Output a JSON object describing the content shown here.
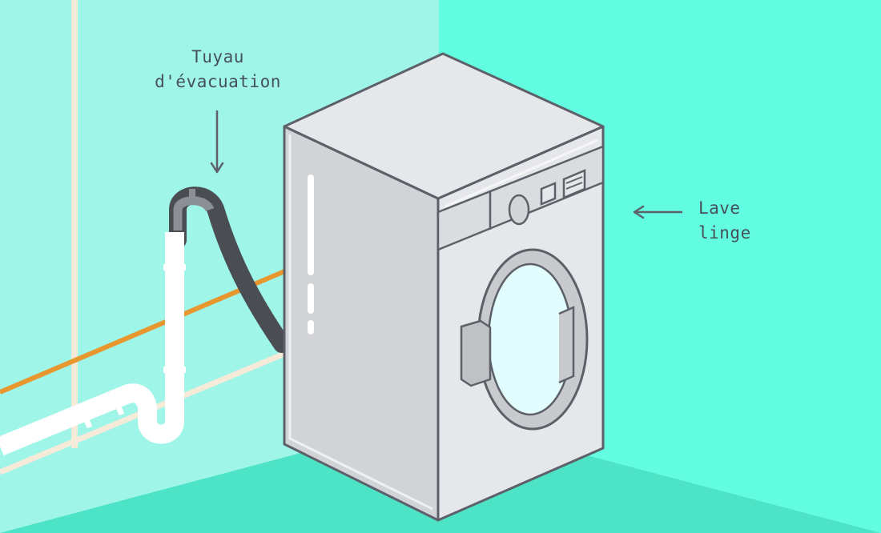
{
  "labels": {
    "hose": {
      "line1": "Tuyau",
      "line2": "d'évacuation"
    },
    "washer": {
      "line1": "Lave",
      "line2": "linge"
    }
  },
  "colors": {
    "left_wall": "#9ff5e8",
    "right_wall": "#62fde0",
    "floor": "#4de3c6",
    "washer_front": "#e6e7ea",
    "washer_side": "#d1d3d6",
    "washer_outline": "#5d6068",
    "door_glass": "#e2fdfe",
    "hose": "#4a4d52",
    "drain_pipe": "#ffffff",
    "gas_pipe": "#e8962e",
    "wall_pipe": "#f6ead9",
    "label_text": "#46505a"
  },
  "icons": [
    "down-arrow-icon",
    "left-arrow-icon"
  ]
}
